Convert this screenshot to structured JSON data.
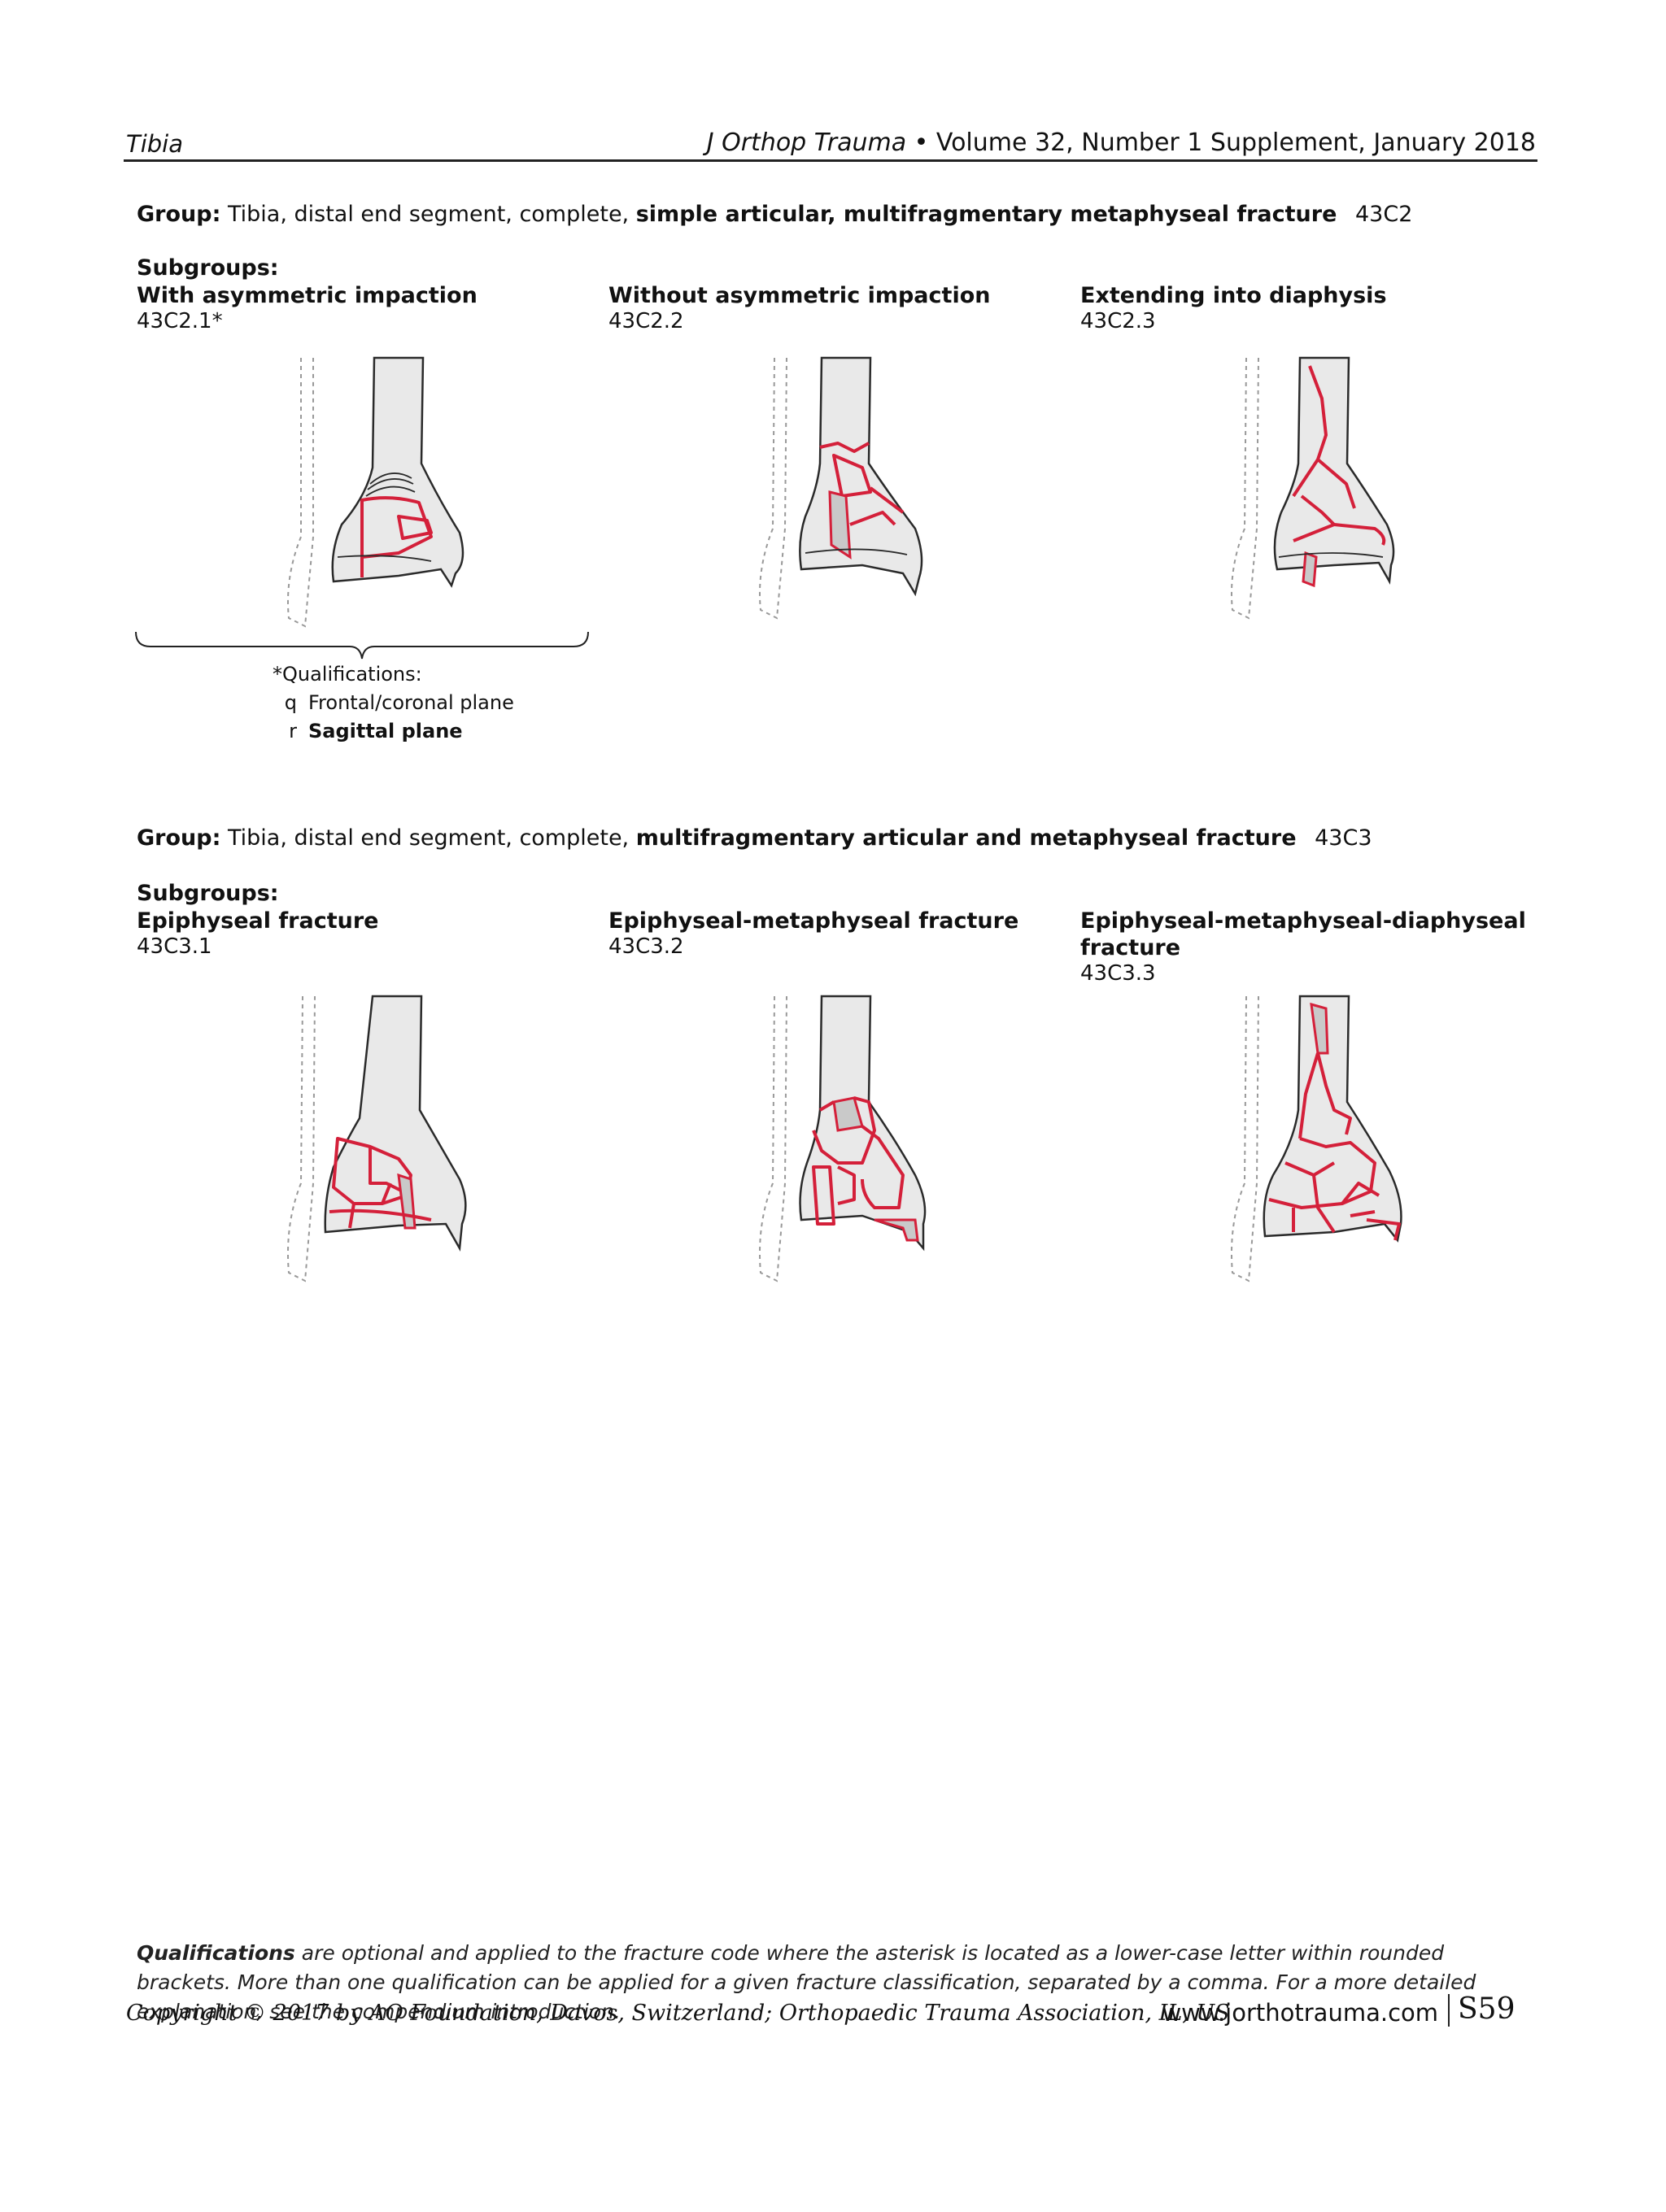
{
  "header": {
    "section": "Tibia",
    "journal": "J Orthop Trauma",
    "issue": "• Volume 32, Number 1 Supplement, January 2018"
  },
  "group1": {
    "label": "Group:",
    "text": "Tibia, distal end segment, complete,",
    "bold": "simple articular, multifragmentary metaphyseal fracture",
    "code": "43C2",
    "subgroups_label": "Subgroups:",
    "subgroups": [
      {
        "title": "With asymmetric impaction",
        "code": "43C2.1*"
      },
      {
        "title": "Without asymmetric impaction",
        "code": "43C2.2"
      },
      {
        "title": "Extending into diaphysis",
        "code": "43C2.3"
      }
    ]
  },
  "qualifications": {
    "title": "*Qualifications:",
    "items": [
      {
        "letter": "q",
        "text": "Frontal/coronal plane"
      },
      {
        "letter": "r",
        "text": "Sagittal plane"
      }
    ]
  },
  "group2": {
    "label": "Group:",
    "text": "Tibia, distal end segment, complete,",
    "bold": "multifragmentary articular and metaphyseal fracture",
    "code": "43C3",
    "subgroups_label": "Subgroups:",
    "subgroups": [
      {
        "title": "Epiphyseal fracture",
        "code": "43C3.1"
      },
      {
        "title": "Epiphyseal-metaphyseal fracture",
        "code": "43C3.2"
      },
      {
        "title": "Epiphyseal-metaphyseal-diaphyseal fracture",
        "code": "43C3.3"
      }
    ]
  },
  "footnote": {
    "lead": "Qualifications",
    "text": "are optional and applied to the fracture code where the asterisk is located as a lower-case letter within rounded brackets. More than one qualification can be applied for a given fracture classification, separated by a comma. For a more detailed explanation, see the compendium introduction."
  },
  "footer": {
    "copyright": "Copyright © 2017 by AO Foundation, Davos, Switzerland; Orthopaedic Trauma Association, IL, US",
    "website": "www.jorthotrauma.com",
    "page": "S59"
  }
}
